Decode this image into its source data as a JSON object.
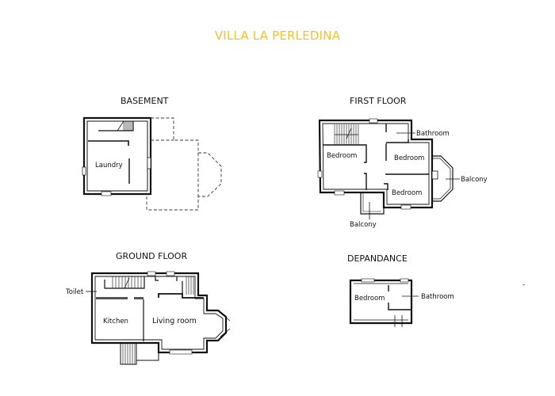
{
  "title": "VILLA LA PERLEDINA",
  "colors": {
    "title": "#f2c12e",
    "lines": "#111111",
    "background": "#ffffff"
  },
  "floors": {
    "basement": {
      "title": "BASEMENT",
      "rooms": [
        "Laundry"
      ]
    },
    "first_floor": {
      "title": "FIRST FLOOR",
      "rooms": [
        "Bathroom",
        "Bedroom",
        "Bedroom",
        "Bedroom",
        "Balcony",
        "Balcony"
      ]
    },
    "ground_floor": {
      "title": "GROUND FLOOR",
      "rooms": [
        "Toilet",
        "Kitchen",
        "Living room"
      ]
    },
    "depandance": {
      "title": "DEPANDANCE",
      "rooms": [
        "Bedroom",
        "Bathroom"
      ]
    }
  },
  "stray_mark": "-"
}
